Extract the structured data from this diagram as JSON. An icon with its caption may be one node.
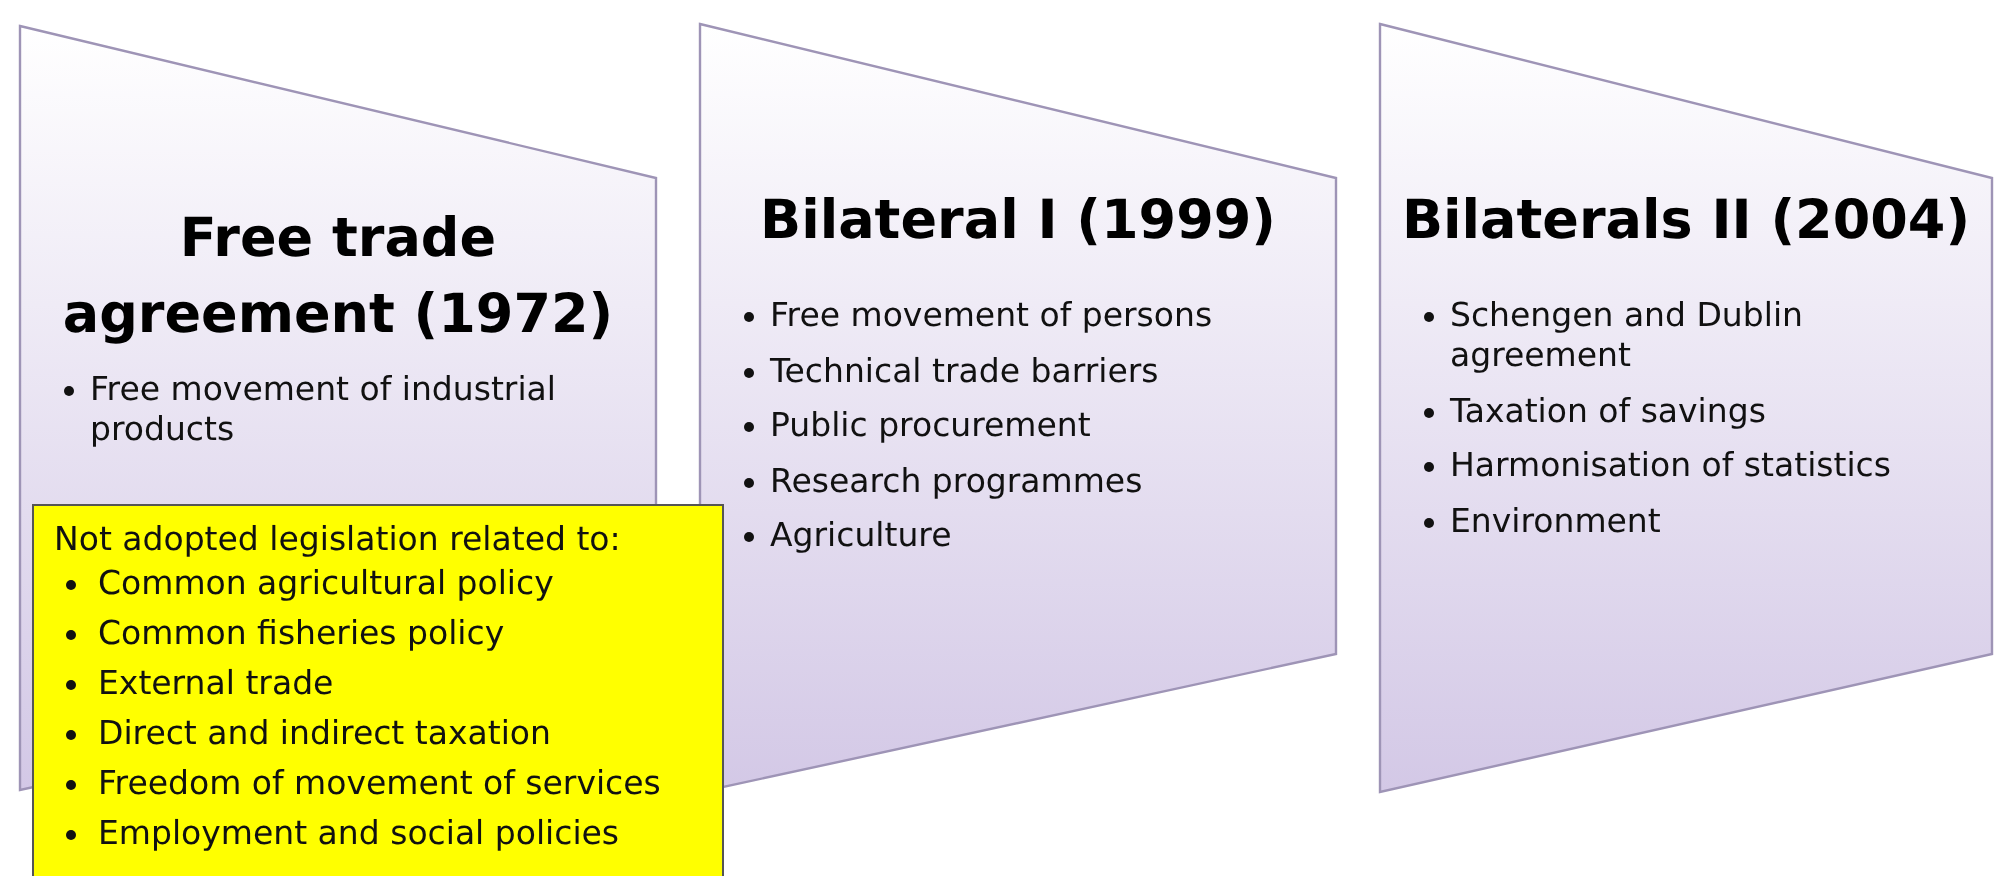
{
  "diagram": {
    "nodes": [
      {
        "text": [
          "Free trade agreement (1972)",
          "Free movement of industrial products"
        ]
      },
      {
        "text": [
          "Bilateral I (1999)",
          "Free movement of persons",
          "Technical trade barriers",
          "Public procurement",
          "Research programmes",
          "Agriculture"
        ]
      },
      {
        "text": [
          "Bilaterals II (2004)",
          "Schengen and Dublin agreement",
          "Taxation of savings",
          "Harmonisation of statistics",
          "Environment"
        ]
      },
      {
        "text": [
          "Not adopted legislation  related to:",
          "Common agricultural policy",
          "Common fisheries policy",
          "External trade",
          "Direct and indirect taxation",
          "Freedom of movement of services",
          "Employment and social policies"
        ]
      }
    ]
  }
}
